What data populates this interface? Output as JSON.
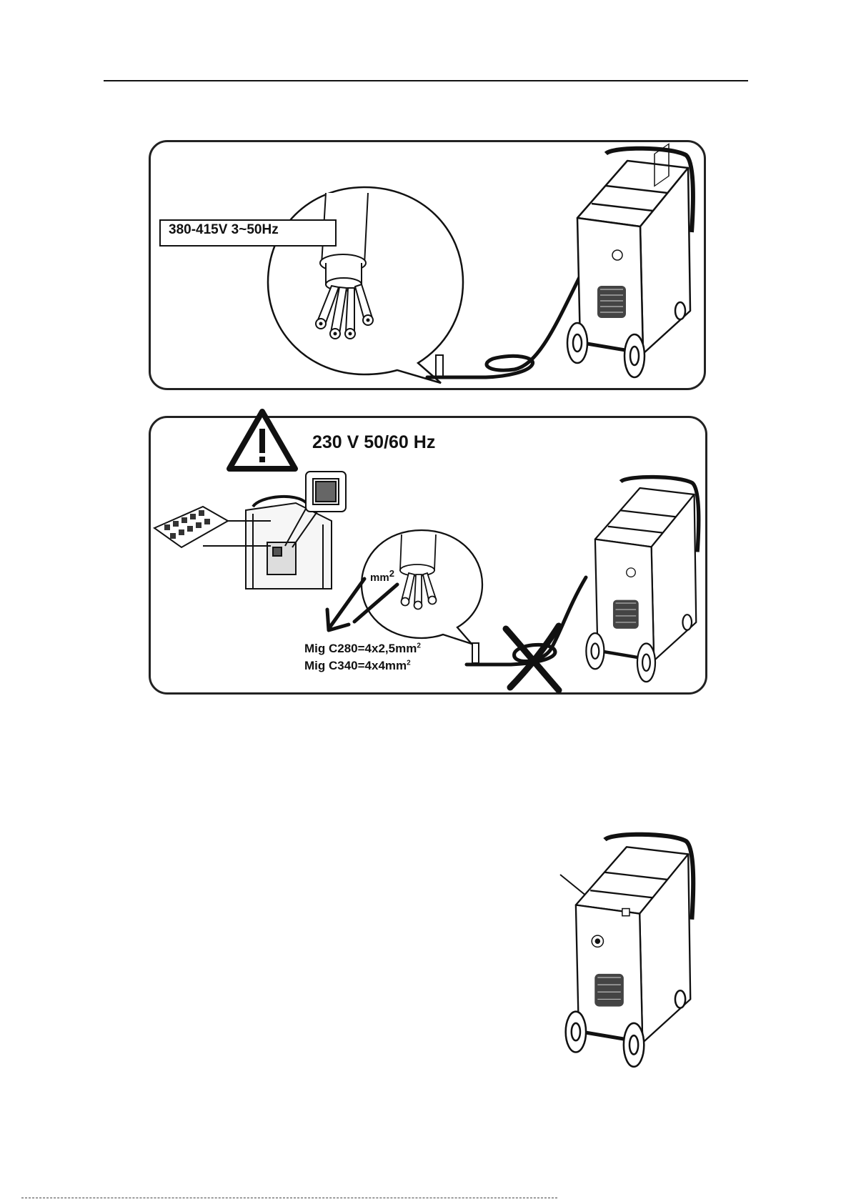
{
  "top_panel": {
    "supply_label": "380-415V 3~50Hz"
  },
  "bottom_panel": {
    "warning_voltage": "230 V 50/60 Hz",
    "section_unit": "mm",
    "section_exp": "2",
    "specs": [
      {
        "text": "Mig C280=4x2,5mm",
        "exp": "2"
      },
      {
        "text": "Mig C340=4x4mm",
        "exp": "2"
      }
    ]
  },
  "colors": {
    "line": "#111111",
    "background": "#ffffff"
  },
  "icons": [
    "warning-triangle-icon",
    "cross-out-icon",
    "arrow-icon"
  ]
}
